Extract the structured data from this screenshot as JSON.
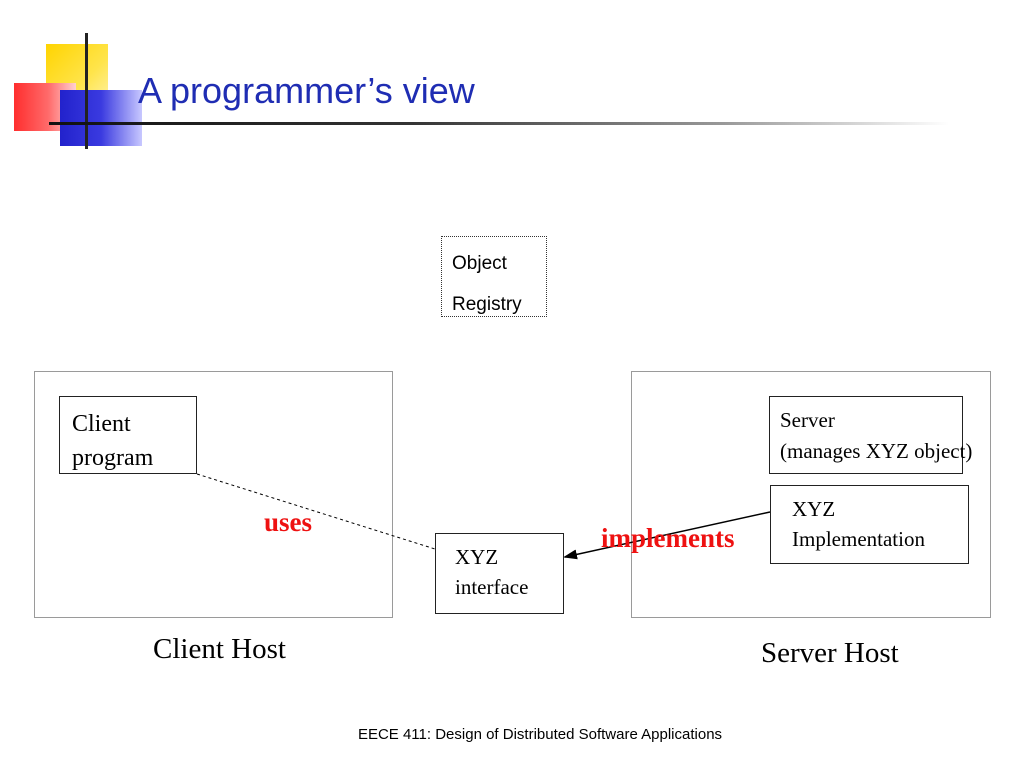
{
  "slide": {
    "title": "A programmer’s view",
    "footer": "EECE 411: Design of Distributed Software Applications"
  },
  "registry": {
    "line1": "Object",
    "line2": "Registry"
  },
  "client": {
    "program_line1": "Client",
    "program_line2": "program",
    "host_caption": "Client Host"
  },
  "server": {
    "box_line1": "Server",
    "box_line2": "(manages XYZ object)",
    "impl_line1": "XYZ",
    "impl_line2": "Implementation",
    "host_caption": "Server Host"
  },
  "interface": {
    "line1": "XYZ",
    "line2": "interface"
  },
  "relations": {
    "uses": "uses",
    "implements": "implements"
  },
  "colors": {
    "title": "#1f2db3",
    "relation_label": "#ee1111"
  }
}
